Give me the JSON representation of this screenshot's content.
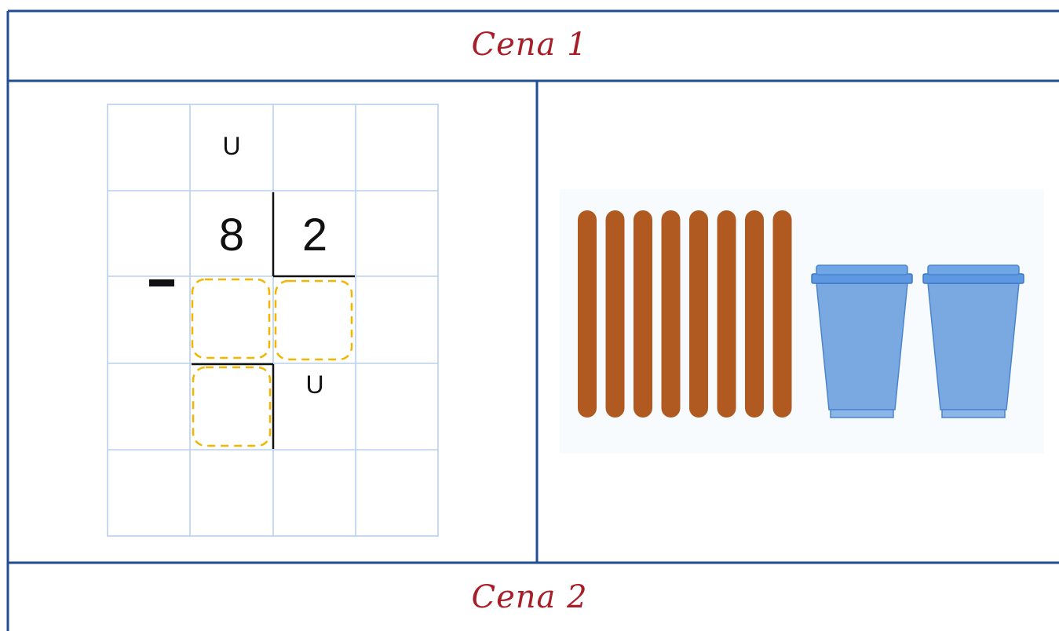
{
  "scene1": {
    "title": "Cena 1",
    "subtraction": {
      "operator": "-",
      "place_label_top": "U",
      "dividend": [
        "8",
        "2"
      ],
      "place_label_bottom": "U",
      "answer_boxes": 3
    },
    "manipulatives": {
      "sticks": {
        "count": 8,
        "icon": "craft-stick-icon",
        "color": "#b05a21"
      },
      "cups": {
        "count": 2,
        "icon": "plastic-cup-icon",
        "color": "#7aa8e0"
      }
    }
  },
  "scene2": {
    "title": "Cena 2"
  },
  "colors": {
    "border": "#1f4e96",
    "grid": "#b9cff0",
    "title": "#a81e28",
    "dashed_box": "#f2b600"
  }
}
